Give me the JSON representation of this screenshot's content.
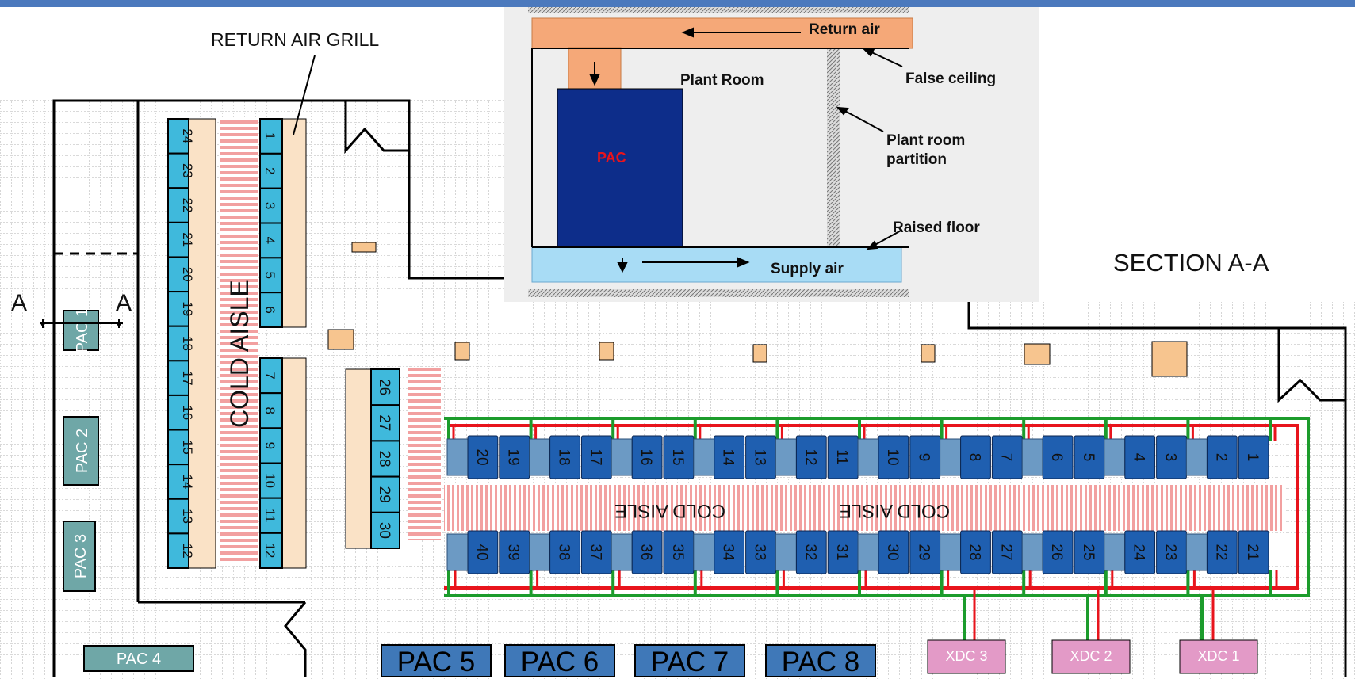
{
  "labels": {
    "return_air_grill": "RETURN AIR GRILL",
    "section": "SECTION A-A",
    "section_marker": "A",
    "cold_aisle_vertical": "COLD AISLE",
    "cold_aisle_horizontal": "COLD AISLE"
  },
  "inset": {
    "return_air": "Return air",
    "plant_room": "Plant Room",
    "false_ceiling": "False ceiling",
    "partition_line1": "Plant room",
    "partition_line2": "partition",
    "pac": "PAC",
    "raised_floor": "Raised floor",
    "supply_air": "Supply air"
  },
  "pac_units_left": [
    "PAC 1",
    "PAC 2",
    "PAC 3",
    "PAC 4"
  ],
  "pac_units_bottom": [
    "PAC 5",
    "PAC 6",
    "PAC 7",
    "PAC 8"
  ],
  "xdc_units": [
    "XDC 3",
    "XDC 2",
    "XDC 1"
  ],
  "left_rack_column_a": [
    "24",
    "23",
    "22",
    "21",
    "20",
    "19",
    "18",
    "17",
    "16",
    "15",
    "14",
    "13",
    "12"
  ],
  "left_rack_column_b": [
    "1",
    "2",
    "3",
    "4",
    "5",
    "6",
    "7",
    "8",
    "9",
    "10",
    "11",
    "12"
  ],
  "middle_racks": [
    "26",
    "27",
    "28",
    "29",
    "30"
  ],
  "top_row_racks": [
    "20",
    "19",
    "18",
    "17",
    "16",
    "15",
    "14",
    "13",
    "12",
    "11",
    "10",
    "9",
    "8",
    "7",
    "6",
    "5",
    "4",
    "3",
    "2",
    "1"
  ],
  "bottom_row_racks": [
    "40",
    "39",
    "38",
    "37",
    "36",
    "35",
    "34",
    "33",
    "32",
    "31",
    "30",
    "29",
    "28",
    "27",
    "26",
    "25",
    "24",
    "23",
    "22",
    "21"
  ],
  "colors": {
    "rack_light_blue": "#3fb9dc",
    "rack_dark_blue": "#1f5fb0",
    "pac_fill": "#6fa7a7",
    "pac_bottom_fill": "#3f78b8",
    "xdc_fill": "#e39ac7",
    "tile_fill": "#f7c58f",
    "red_pipe": "#e8141c",
    "green_pipe": "#1c9c2c",
    "inset_pac": "#0d2d8a",
    "inset_return_duct": "#f5a878",
    "inset_supply_plenum": "#a8dcf5",
    "top_bar": "#4b79bd"
  }
}
